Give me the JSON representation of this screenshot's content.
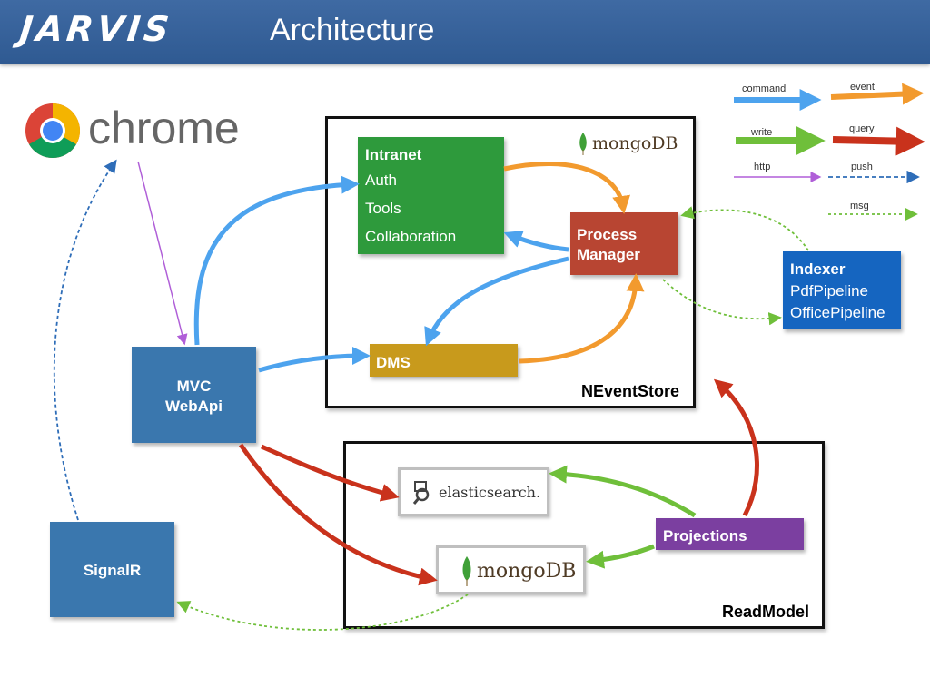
{
  "header": {
    "brand": "JARVIS",
    "title": "Architecture"
  },
  "chrome": {
    "label": "chrome"
  },
  "nodes": {
    "intranet": {
      "title": "Intranet",
      "items": [
        "Auth",
        "Tools",
        "Collaboration"
      ]
    },
    "process_manager": {
      "line1": "Process",
      "line2": "Manager"
    },
    "dms": {
      "label": "DMS"
    },
    "mvc": {
      "line1": "MVC",
      "line2": "WebApi"
    },
    "signalr": {
      "label": "SignalR"
    },
    "indexer": {
      "title": "Indexer",
      "items": [
        "PdfPipeline",
        "OfficePipeline"
      ]
    },
    "projections": {
      "label": "Projections"
    }
  },
  "containers": {
    "eventstore": "NEventStore",
    "readmodel": "ReadModel"
  },
  "logos": {
    "mongodb_top": "mongoDB",
    "elasticsearch": "elasticsearch.",
    "mongodb_readmodel": "mongoDB"
  },
  "legend": {
    "command": "command",
    "event": "event",
    "write": "write",
    "query": "query",
    "http": "http",
    "push": "push",
    "msg": "msg"
  },
  "colors": {
    "header": "#3a64a0",
    "blue_arrow": "#4da3ee",
    "orange_arrow": "#f29a2e",
    "green_arrow": "#6fbf3a",
    "red_arrow": "#c9321c",
    "purple": "#b05fd8",
    "push_blue": "#2e6db8",
    "msg_green": "#6fbf3a",
    "intranet": "#2e9a3c",
    "process_manager": "#b84532",
    "dms": "#c89a1c",
    "mvc": "#3a77ae",
    "signalr": "#3a77ae",
    "indexer": "#1565c0",
    "projections": "#7b3fa0"
  }
}
